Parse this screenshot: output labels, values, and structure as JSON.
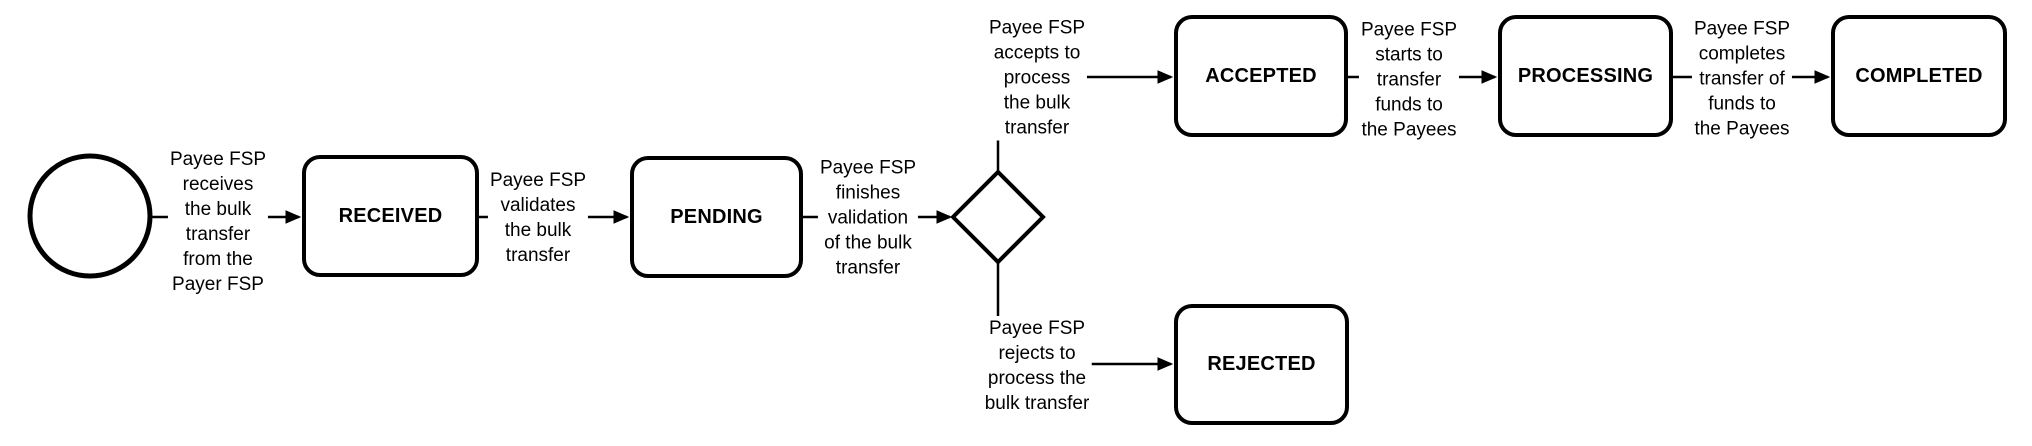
{
  "diagram": {
    "background_color": "#ffffff",
    "stroke_color": "#000000",
    "nodes": {
      "start": {
        "shape": "circle",
        "label": ""
      },
      "received": {
        "label": "RECEIVED"
      },
      "pending": {
        "label": "PENDING"
      },
      "decision": {
        "shape": "diamond",
        "label": ""
      },
      "accepted": {
        "label": "ACCEPTED"
      },
      "processing": {
        "label": "PROCESSING"
      },
      "completed": {
        "label": "COMPLETED"
      },
      "rejected": {
        "label": "REJECTED"
      }
    },
    "edges": {
      "start_to_received": {
        "label": "Payee FSP\nreceives\nthe bulk\ntransfer\nfrom the\nPayer FSP"
      },
      "received_to_pending": {
        "label": "Payee FSP\nvalidates\nthe bulk\ntransfer"
      },
      "pending_to_decision": {
        "label": "Payee FSP\nfinishes\nvalidation\nof the bulk\ntransfer"
      },
      "decision_to_accepted": {
        "label": "Payee FSP\naccepts to\nprocess\nthe bulk\ntransfer"
      },
      "accepted_to_processing": {
        "label": "Payee FSP\nstarts to\ntransfer\nfunds to\nthe Payees"
      },
      "processing_to_completed": {
        "label": "Payee FSP\ncompletes\ntransfer of\nfunds to\nthe Payees"
      },
      "decision_to_rejected": {
        "label": "Payee FSP\nrejects to\nprocess the\nbulk transfer"
      }
    }
  }
}
